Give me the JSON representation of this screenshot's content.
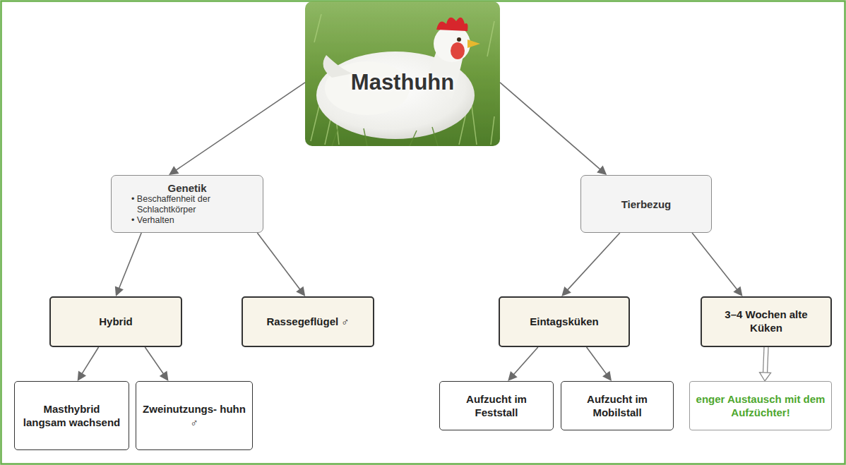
{
  "diagram": {
    "nodes": [
      {
        "text": [
          "Masthuhn"
        ]
      },
      {
        "text": [
          "Genetik",
          "• Beschaffenheit der Schlachtkörper",
          "• Verhalten"
        ]
      },
      {
        "text": [
          "Tierbezug"
        ]
      },
      {
        "text": [
          "Hybrid"
        ]
      },
      {
        "text": [
          "Rassegeflügel ♂"
        ]
      },
      {
        "text": [
          "Eintagsküken"
        ]
      },
      {
        "text": [
          "3–4 Wochen alte Küken"
        ]
      },
      {
        "text": [
          "Masthybrid langsam wachsend"
        ]
      },
      {
        "text": [
          "Zweinutzungs- huhn ♂"
        ]
      },
      {
        "text": [
          "Aufzucht im Feststall"
        ]
      },
      {
        "text": [
          "Aufzucht im Mobilstall"
        ]
      },
      {
        "text": [
          "enger Austausch mit dem Aufzüchter!"
        ]
      }
    ],
    "edges": [
      {
        "from": 0,
        "to": 1,
        "arrow": "to"
      },
      {
        "from": 0,
        "to": 2,
        "arrow": "to"
      },
      {
        "from": 1,
        "to": 3,
        "arrow": "to"
      },
      {
        "from": 1,
        "to": 4,
        "arrow": "to"
      },
      {
        "from": 2,
        "to": 5,
        "arrow": "to"
      },
      {
        "from": 2,
        "to": 6,
        "arrow": "to"
      },
      {
        "from": 3,
        "to": 7,
        "arrow": "to"
      },
      {
        "from": 3,
        "to": 8,
        "arrow": "to"
      },
      {
        "from": 5,
        "to": 9,
        "arrow": "to"
      },
      {
        "from": 5,
        "to": 10,
        "arrow": "to"
      },
      {
        "from": 6,
        "to": 11,
        "arrow": "to"
      }
    ]
  }
}
